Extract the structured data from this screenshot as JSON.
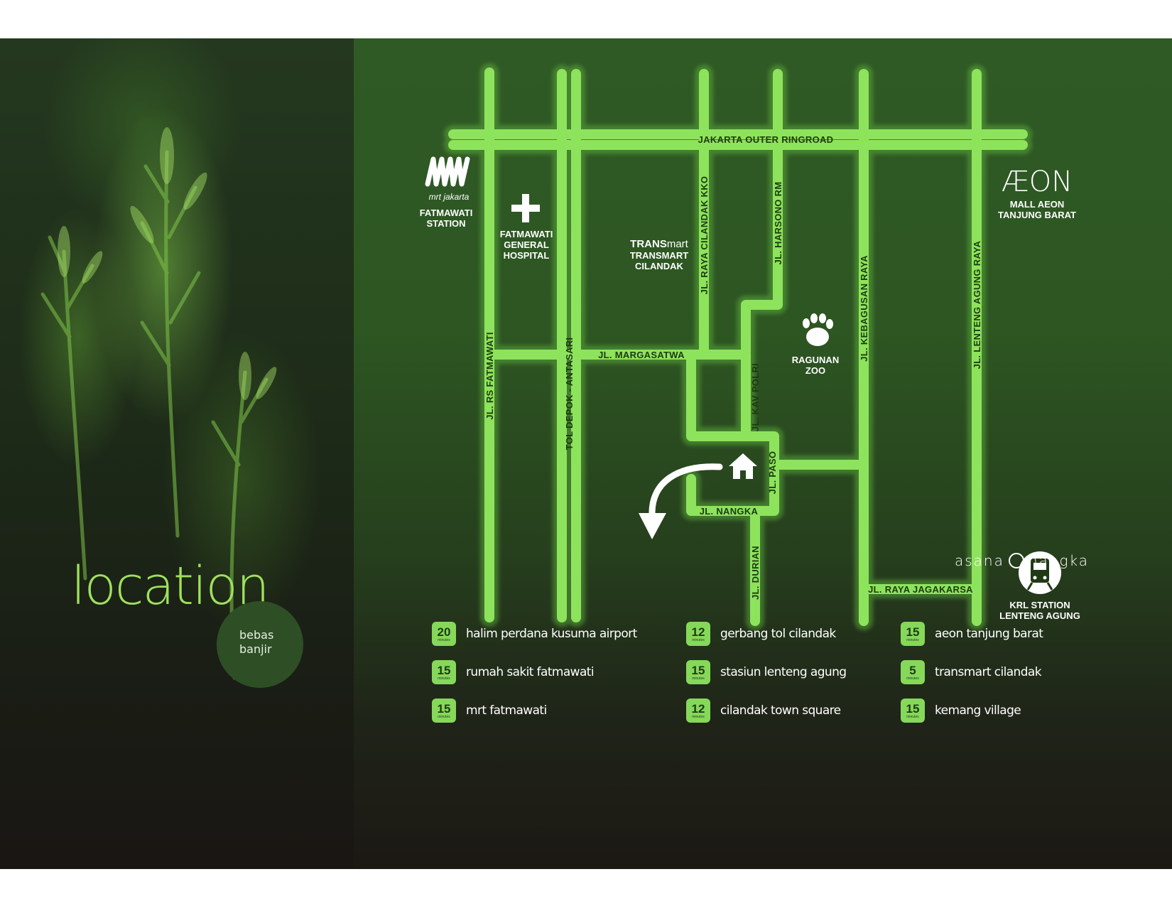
{
  "title": "location",
  "badge": {
    "line1": "bebas",
    "line2": "banjir"
  },
  "brand": {
    "left": "asana",
    "right": "nangka"
  },
  "streets": {
    "outer_ring": "JAKARTA OUTER RINGROAD",
    "rs_fatmawati": "JL. RS FATMAWATI",
    "tol_depok": "TOL DEPOK - ANTASARI",
    "cilandak_kko": "JL. RAYA CILANDAK KKO",
    "harsono": "JL. HARSONO RM",
    "margasatwa": "JL. MARGASATWA",
    "kav_polri": "JL. KAV POLRI",
    "paso": "JL. PASO",
    "nangka": "JL. NANGKA",
    "durian": "JL. DURIAN",
    "kebagusan": "JL. KEBAGUSAN RAYA",
    "lenteng_agung": "JL. LENTENG AGUNG RAYA",
    "jagakarsa": "JL. RAYA JAGAKARSA"
  },
  "landmarks": {
    "mrt": {
      "logo_sub": "mrt jakarta",
      "line1": "FATMAWATI",
      "line2": "STATION"
    },
    "hospital": {
      "line1": "FATMAWATI",
      "line2": "GENERAL",
      "line3": "HOSPITAL"
    },
    "transmart": {
      "logo_a": "TRANS",
      "logo_b": "mart",
      "line1": "TRANSMART",
      "line2": "CILANDAK"
    },
    "aeon": {
      "logo": "ÆON",
      "line1": "MALL AEON",
      "line2": "TANJUNG BARAT"
    },
    "zoo": {
      "line1": "RAGUNAN",
      "line2": "ZOO"
    },
    "krl": {
      "line1": "KRL STATION",
      "line2": "LENTENG AGUNG"
    }
  },
  "travel_unit": "minutes",
  "travel_times": [
    {
      "minutes": "20",
      "place": "halim perdana kusuma airport"
    },
    {
      "minutes": "15",
      "place": "rumah sakit fatmawati"
    },
    {
      "minutes": "15",
      "place": "mrt fatmawati"
    },
    {
      "minutes": "12",
      "place": "gerbang tol cilandak"
    },
    {
      "minutes": "15",
      "place": "stasiun lenteng agung"
    },
    {
      "minutes": "12",
      "place": "cilandak town square"
    },
    {
      "minutes": "15",
      "place": "aeon tanjung barat"
    },
    {
      "minutes": "5",
      "place": "transmart cilandak"
    },
    {
      "minutes": "15",
      "place": "kemang village"
    }
  ],
  "colors": {
    "road": "#8ee35c",
    "road_glow": "#4fa02e",
    "accent": "#9fe05c"
  },
  "icons": [
    "mrt-logo-icon",
    "hospital-cross-icon",
    "paw-icon",
    "home-icon",
    "curved-arrow-icon",
    "train-icon",
    "qr-code-icon"
  ]
}
